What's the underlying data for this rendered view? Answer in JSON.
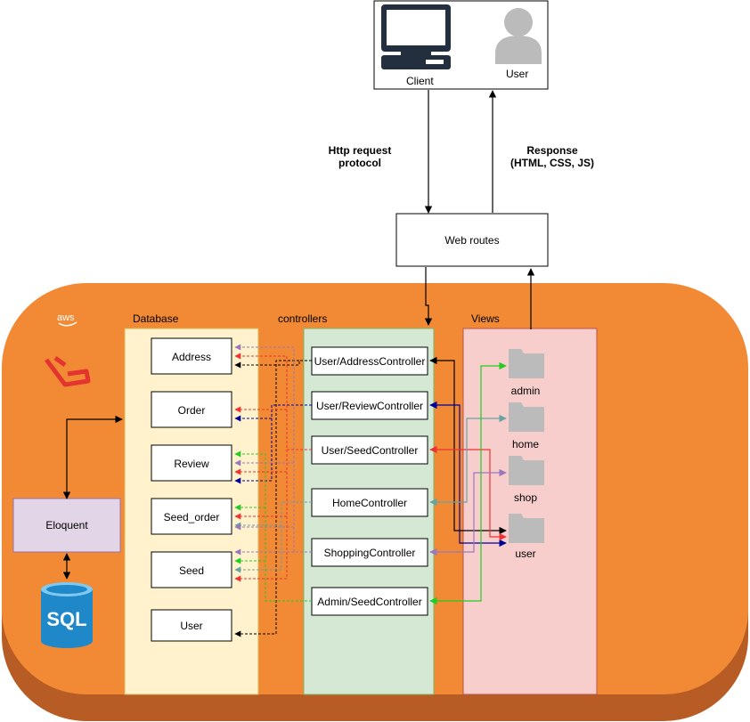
{
  "client": {
    "client_label": "Client",
    "user_label": "User"
  },
  "flow": {
    "request_line1": "Http request",
    "request_line2": "protocol",
    "response_line1": "Response",
    "response_line2": "(HTML, CSS, JS)",
    "web_routes": "Web routes"
  },
  "cloud": {
    "aws_label": "aws"
  },
  "database": {
    "title": "Database",
    "tables": [
      "Address",
      "Order",
      "Review",
      "Seed_order",
      "Seed",
      "User"
    ]
  },
  "controllers": {
    "title": "controllers",
    "items": [
      "User/AddressController",
      "User/ReviewController",
      "User/SeedController",
      "HomeController",
      "ShoppingController",
      "Admin/SeedController"
    ]
  },
  "views": {
    "title": "Views",
    "folders": [
      "admin",
      "home",
      "shop",
      "user"
    ]
  },
  "orm": {
    "eloquent": "Eloquent",
    "sql": "SQL"
  },
  "colors": {
    "orange": "#f28a35",
    "orange_dark": "#b75c24",
    "db_fill": "#fff2cc",
    "ctrl_fill": "#d5e8d4",
    "views_fill": "#f8cecc",
    "eloquent_fill": "#e1d5e7",
    "sql_blue": "#1e88c8",
    "laravel_red": "#e3342f",
    "green": "#22cc22",
    "red": "#ee3333",
    "navy": "#000099",
    "purple": "#9977bb",
    "teal": "#66a3a3"
  }
}
